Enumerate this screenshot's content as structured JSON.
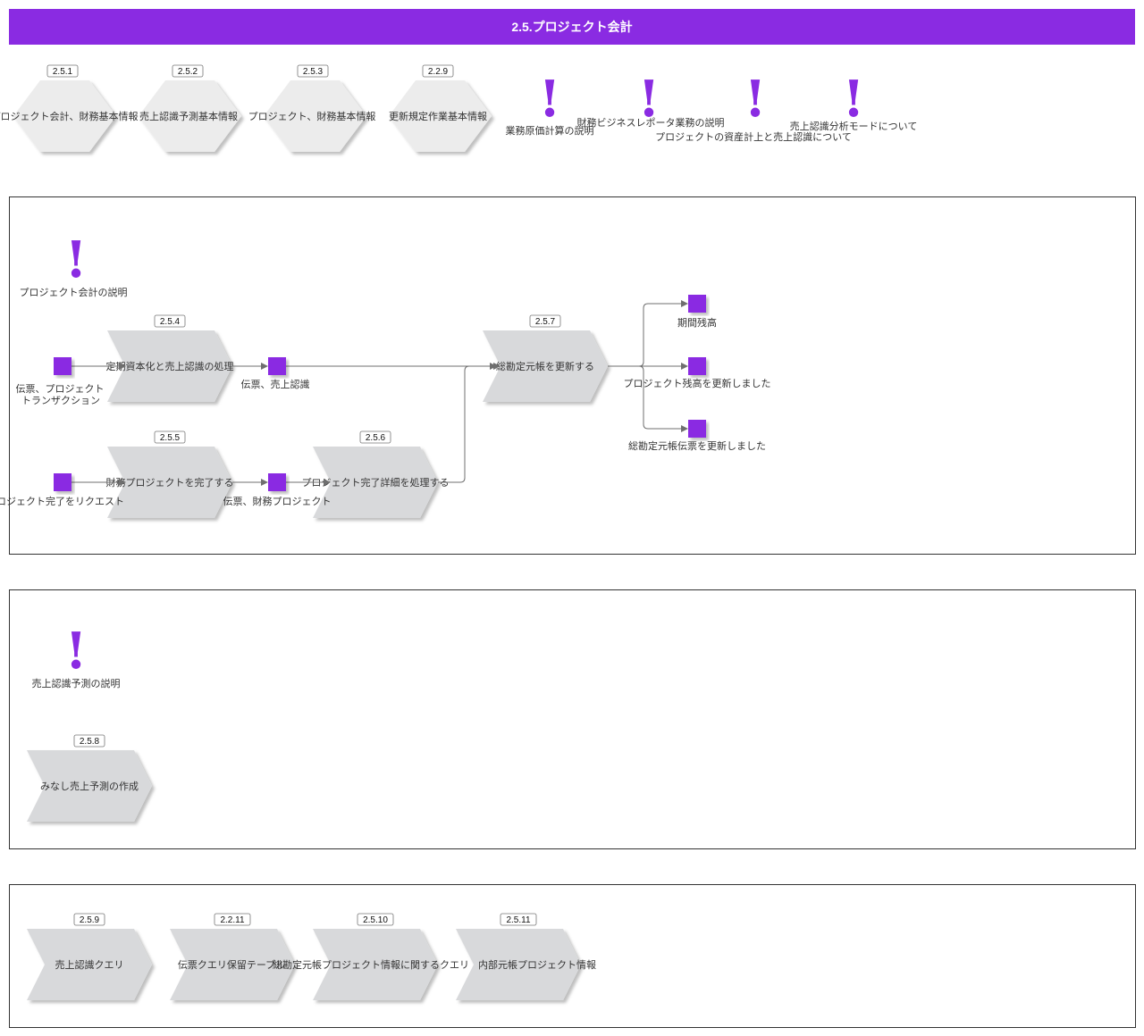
{
  "title": "2.5.プロジェクト会計",
  "colors": {
    "accent": "#8a2be2",
    "hexagon": "#ececec",
    "chevron": "#d8d9db",
    "line": "#6f6f6f"
  },
  "top_row": {
    "hexagons": [
      {
        "id": "2.5.1",
        "label": "プロジェクト会計、財務基本情報"
      },
      {
        "id": "2.5.2",
        "label": "売上認識予測基本情報"
      },
      {
        "id": "2.5.3",
        "label": "プロジェクト、財務基本情報"
      },
      {
        "id": "2.2.9",
        "label": "更新規定作業基本情報"
      }
    ],
    "notes": [
      {
        "label": "業務原価計算の説明"
      },
      {
        "label": "財務ビジネスレポータ業務の説明"
      },
      {
        "label": "プロジェクトの資産計上と売上認識について"
      },
      {
        "label": "売上認識分析モードについて"
      }
    ]
  },
  "section1": {
    "note": "プロジェクト会計の説明",
    "events": [
      {
        "label": "伝票、プロジェクト",
        "label2": "トランザクション"
      },
      {
        "label": "伝票、売上認識"
      },
      {
        "label": "プロジェクト完了をリクエスト"
      },
      {
        "label": "伝票、財務プロジェクト"
      },
      {
        "label": "期間残高"
      },
      {
        "label": "プロジェクト残高を更新しました"
      },
      {
        "label": "総勘定元帳伝票を更新しました"
      }
    ],
    "processes": [
      {
        "id": "2.5.4",
        "label": "定期資本化と売上認識の処理"
      },
      {
        "id": "2.5.7",
        "label": "総勘定元帳を更新する"
      },
      {
        "id": "2.5.5",
        "label": "財務プロジェクトを完了する"
      },
      {
        "id": "2.5.6",
        "label": "プロジェクト完了詳細を処理する"
      }
    ]
  },
  "section2": {
    "note": "売上認識予測の説明",
    "processes": [
      {
        "id": "2.5.8",
        "label": "みなし売上予測の作成"
      }
    ]
  },
  "section3": {
    "processes": [
      {
        "id": "2.5.9",
        "label": "売上認識クエリ"
      },
      {
        "id": "2.2.11",
        "label": "伝票クエリ保留テーブル"
      },
      {
        "id": "2.5.10",
        "label": "総勘定元帳プロジェクト情報に関するクエリ"
      },
      {
        "id": "2.5.11",
        "label": "内部元帳プロジェクト情報"
      }
    ]
  }
}
